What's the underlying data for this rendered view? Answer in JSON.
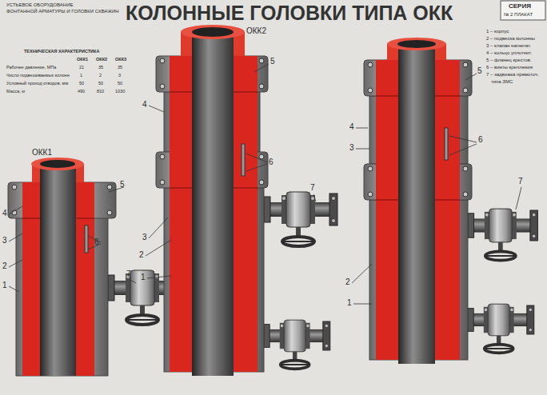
{
  "diagram": {
    "title": "КОЛОННЫЕ ГОЛОВКИ ТИПА ОКК",
    "labels": [
      "УСТЬЕВОЕ ОБОРУДОВАНИЕ",
      "ФОНТАННОЙ АРМАТУРЫ И ГОЛОВКИ СКВАЖИН",
      "СЕРИЯ",
      "№ 2 ПЛАКАТ",
      "ТЕХНИЧЕСКАЯ ХАРАКТЕРИСТИКА",
      "ОКК1",
      "ОКК2",
      "ОКК3",
      "Рабочее давление, МПа",
      "21",
      "35",
      "35",
      "Число подвешиваемых колонн",
      "1",
      "2",
      "3",
      "Условный проход отводов, мм",
      "50",
      "50",
      "50",
      "Масса, кг",
      "490",
      "810",
      "1030",
      "ОКК1",
      "ОКК2",
      "5",
      "4",
      "3",
      "2",
      "1",
      "6",
      "7",
      "5",
      "4",
      "6",
      "3",
      "2",
      "1",
      "7",
      "5",
      "4",
      "3",
      "6",
      "7",
      "2",
      "1",
      "1 – корпус",
      "2 – подвеска колонны",
      "3 – клапан нагнетат.",
      "4 – кольцо уплотнит.",
      "5 – фланец крестов.",
      "6 – винты крепления",
      "7 – задвижка прямоточ.",
      "типа ЗМС"
    ]
  }
}
